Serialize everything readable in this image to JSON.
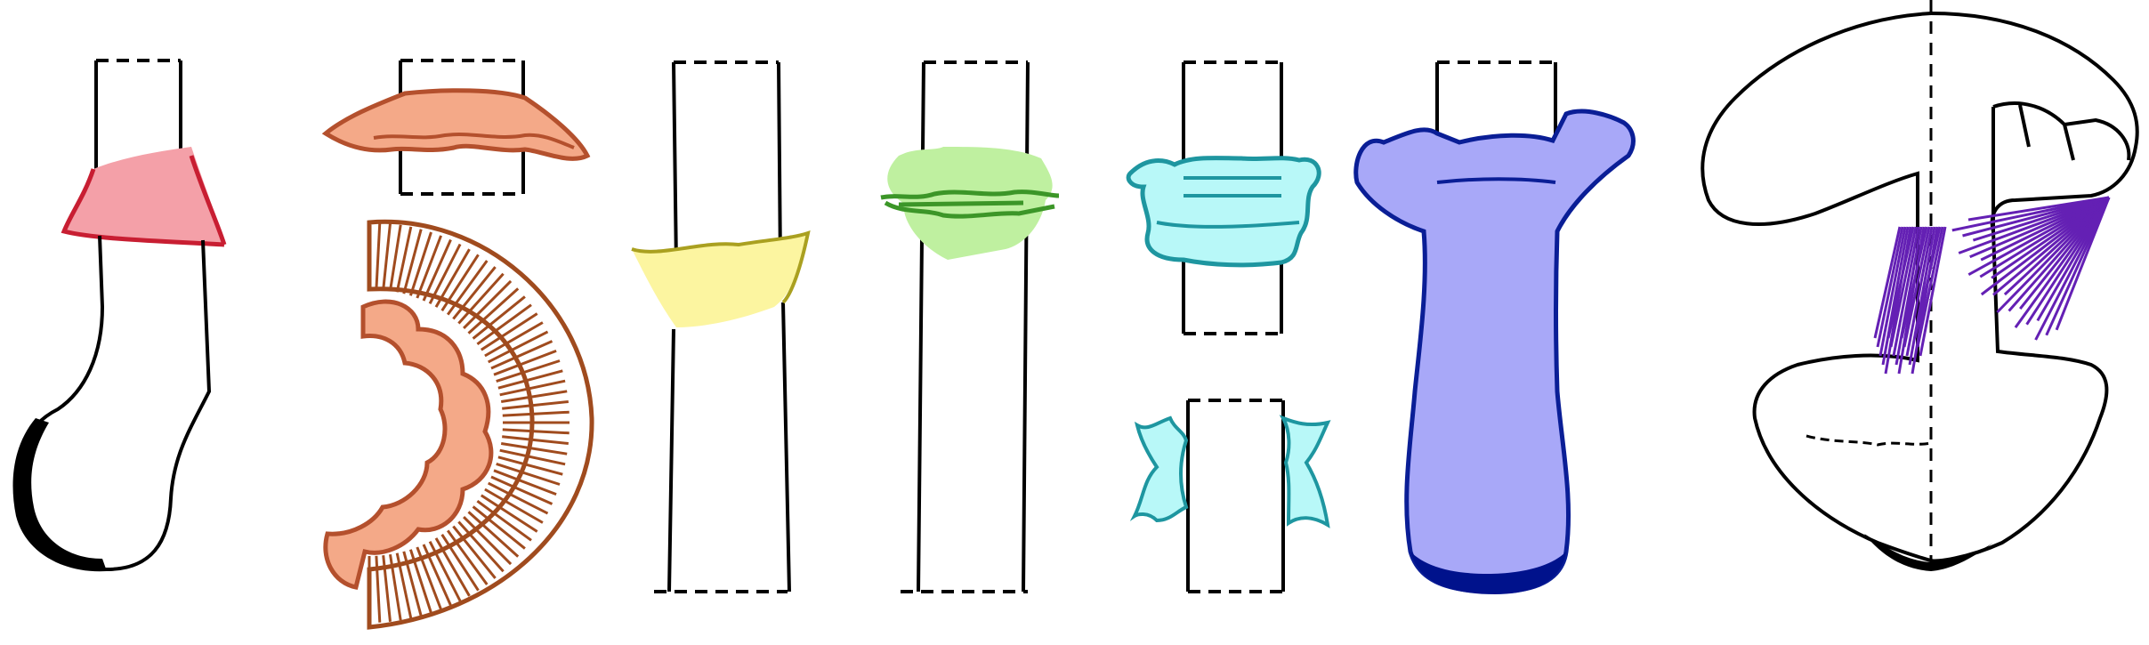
{
  "figure": {
    "background": "#ffffff",
    "panels": [
      {
        "id": "stem-bulbous-base",
        "ring_type": "superior-ring",
        "colors": {
          "ring": "#f4a0a8",
          "ring_edge": "#c81e32",
          "base_shading": "#000000"
        }
      },
      {
        "id": "double-ring",
        "ring_type": "double-ring-with-cutaway",
        "colors": {
          "fill": "#f4a988",
          "edge": "#b4502d",
          "hatch": "#a04b1e"
        }
      },
      {
        "id": "inferior-ring",
        "ring_type": "inferior-ring",
        "colors": {
          "fill": "#fcf5a0",
          "edge": "#aaa020"
        }
      },
      {
        "id": "median-ring",
        "ring_type": "median-ring",
        "colors": {
          "fill": "#bff0a0",
          "edge": "#3c9628"
        }
      },
      {
        "id": "cortina-ring",
        "ring_type": "cortina-ring",
        "colors": {
          "fill": "#b8f8f8",
          "edge": "#1e96a0"
        }
      },
      {
        "id": "volva-sheath",
        "ring_type": "sheathing-volva",
        "colors": {
          "fill": "#a8a8f8",
          "edge": "#0a1e96",
          "base": "#00128c"
        }
      },
      {
        "id": "cap-section",
        "ring_type": "cap-cross-section",
        "colors": {
          "outline": "#000000",
          "gills": "#6420b4",
          "base_shading": "#000000"
        }
      }
    ]
  }
}
